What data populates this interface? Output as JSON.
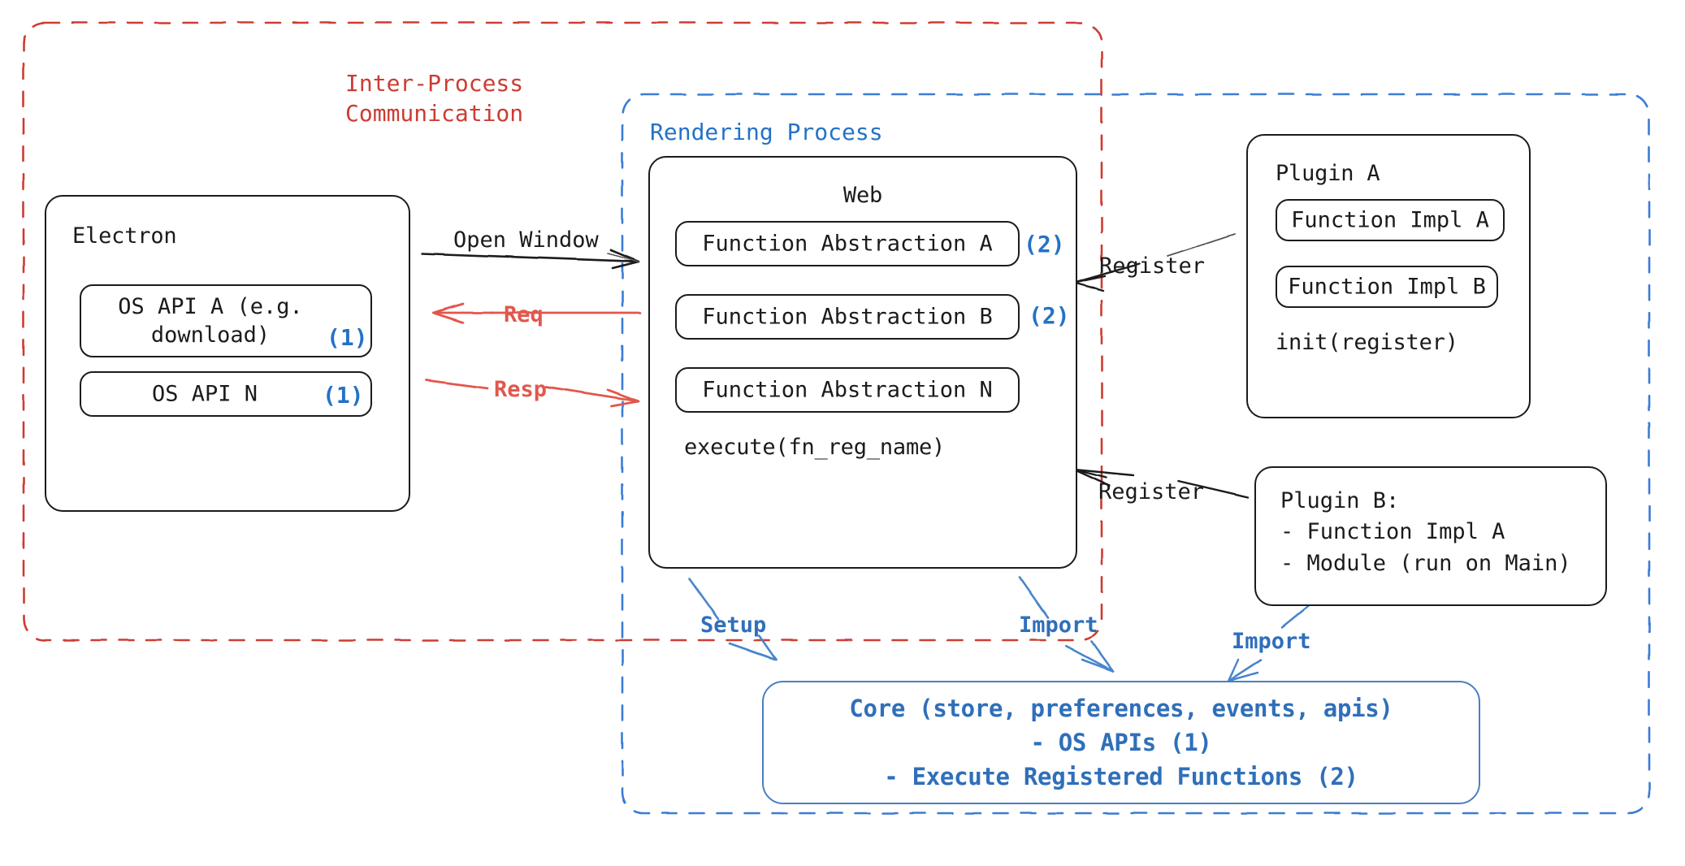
{
  "diagram": {
    "groups": [
      {
        "id": "ipc",
        "title": "Inter-Process\nCommunication",
        "color": "#cc3c33",
        "style": "dashed"
      },
      {
        "id": "rendering",
        "title": "Rendering Process",
        "color": "#3a7bd5",
        "style": "dashed"
      }
    ],
    "nodes": [
      {
        "id": "electron",
        "title": "Electron",
        "children": [
          {
            "id": "os-api-a",
            "label": "OS API A (e.g.\ndownload)",
            "marker": "(1)"
          },
          {
            "id": "os-api-n",
            "label": "OS API N",
            "marker": "(1)"
          }
        ]
      },
      {
        "id": "web",
        "title": "Web",
        "children": [
          {
            "id": "fn-abs-a",
            "label": "Function Abstraction A",
            "marker": "(2)"
          },
          {
            "id": "fn-abs-b",
            "label": "Function Abstraction B",
            "marker": "(2)"
          },
          {
            "id": "fn-abs-n",
            "label": "Function Abstraction N",
            "marker": ""
          }
        ],
        "footer": "execute(fn_reg_name)"
      },
      {
        "id": "plugin-a",
        "title": "Plugin A",
        "children": [
          {
            "id": "fn-impl-a",
            "label": "Function Impl A",
            "marker": ""
          },
          {
            "id": "fn-impl-b",
            "label": "Function Impl B",
            "marker": ""
          }
        ],
        "footer": "init(register)"
      },
      {
        "id": "plugin-b",
        "title": "Plugin B:",
        "lines": "Plugin B:\n- Function Impl A\n- Module (run on Main)"
      },
      {
        "id": "core",
        "lines": "Core (store, preferences, events, apis)\n- OS APIs (1)\n- Execute Registered Functions (2)",
        "color": "#2f6fba"
      }
    ],
    "edges": [
      {
        "id": "open-window",
        "label": "Open Window",
        "color": "#1b1b1b"
      },
      {
        "id": "req",
        "label": "Req",
        "color": "#e2574c"
      },
      {
        "id": "resp",
        "label": "Resp",
        "color": "#e2574c"
      },
      {
        "id": "register-a",
        "label": "Register",
        "color": "#1b1b1b"
      },
      {
        "id": "register-b",
        "label": "Register",
        "color": "#1b1b1b"
      },
      {
        "id": "setup",
        "label": "Setup",
        "color": "#2f6fba"
      },
      {
        "id": "import-web",
        "label": "Import",
        "color": "#2f6fba"
      },
      {
        "id": "import-plugin-b",
        "label": "Import",
        "color": "#2f6fba"
      }
    ]
  }
}
